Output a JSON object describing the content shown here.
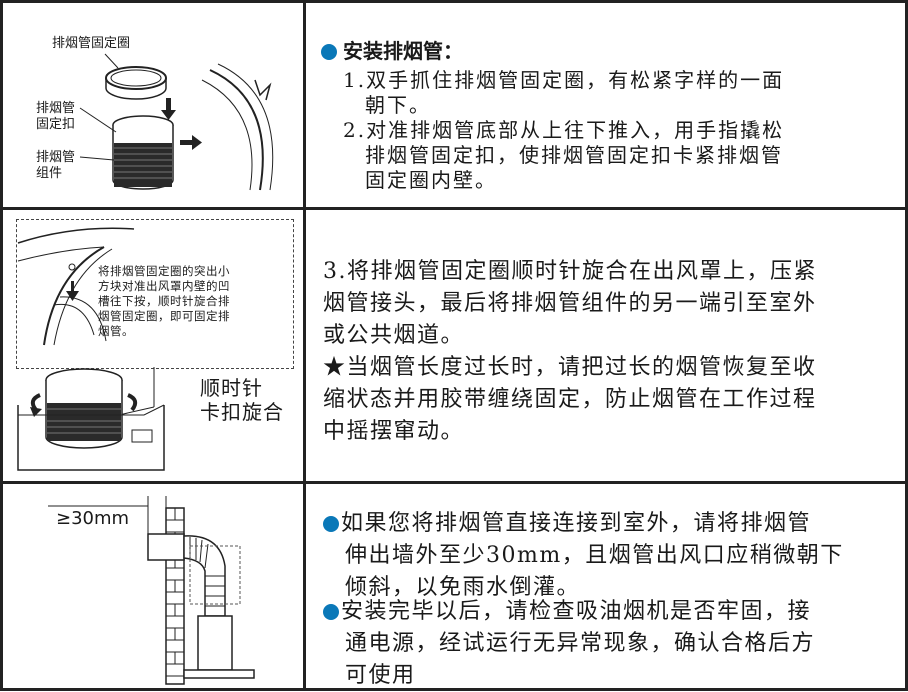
{
  "section1": {
    "title": "安装排烟管：",
    "step1_line1": "1.双手抓住排烟管固定圈，有松紧字样的一面",
    "step1_line2": "朝下。",
    "step2_line1": "2.对准排烟管底部从上往下推入，用手指撬松",
    "step2_line2": "排烟管固定扣，使排烟管固定扣卡紧排烟管",
    "step2_line3": "固定圈内壁。",
    "label_ring": "排烟管固定圈",
    "label_clip_1": "排烟管",
    "label_clip_2": "固定扣",
    "label_pipe_1": "排烟管",
    "label_pipe_2": "组件"
  },
  "section2": {
    "para1_line1": "3.将排烟管固定圈顺时针旋合在出风罩上，压紧",
    "para1_line2": "烟管接头，最后将排烟管组件的另一端引至室外",
    "para1_line3": "或公共烟道。",
    "para2_line1": "★当烟管长度过长时，请把过长的烟管恢复至收",
    "para2_line2": "缩状态并用胶带缠绕固定，防止烟管在工作过程",
    "para2_line3": "中摇摆窜动。",
    "note_line1": "将排烟管固定圈的突出小",
    "note_line2": "方块对准出风罩内壁的凹",
    "note_line3": "槽往下按，顺时针旋合排",
    "note_line4": "烟管固定圈，即可固定排",
    "note_line5": "烟管。",
    "rotate_label_1": "顺时针",
    "rotate_label_2": "卡扣旋合"
  },
  "section3": {
    "distance_label": "≥30mm",
    "b1_line1": "如果您将排烟管直接连接到室外，请将排烟管",
    "b1_line2": "伸出墙外至少30mm，且烟管出风口应稍微朝下",
    "b1_line3": "倾斜，以免雨水倒灌。",
    "b2_line1": "安装完毕以后，请检查吸油烟机是否牢固，接",
    "b2_line2": "通电源，经试运行无异常现象，确认合格后方",
    "b2_line3": "可使用"
  },
  "colors": {
    "bullet": "#0a78b8",
    "line": "#222222"
  }
}
